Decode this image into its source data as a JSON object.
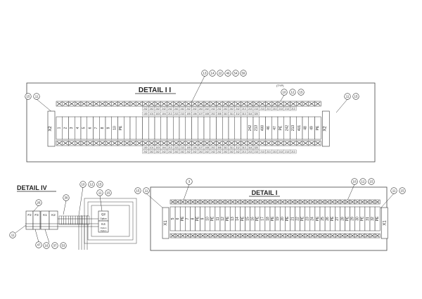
{
  "detail_ii": {
    "title": "DETAIL I I",
    "top_callouts": [
      "13",
      "14",
      "22",
      "46",
      "54",
      "59"
    ],
    "left_callouts": [
      "15",
      "11"
    ],
    "right_callouts": [
      "11",
      "15"
    ],
    "typ_label": "(TYP)",
    "typ_callouts": [
      "10",
      "12",
      "15"
    ],
    "end_left": "X2",
    "end_right": "X2",
    "strip_labels": [
      "1",
      "2",
      "3",
      "4",
      "5",
      "6",
      "7",
      "8",
      "9",
      "10",
      "PE",
      "",
      "",
      "",
      "",
      "",
      "",
      "",
      "",
      "",
      "",
      "",
      "",
      "",
      "",
      "",
      "",
      "",
      "",
      "",
      "",
      "242",
      "213",
      "400",
      "46",
      "47",
      "PE",
      "242",
      "213",
      "401",
      "48",
      "49",
      "PE"
    ],
    "wire_row_upper": [
      "242",
      "242",
      "242",
      "242",
      "242",
      "242",
      "242",
      "242",
      "242",
      "242",
      "242",
      "242",
      "242",
      "242",
      "242",
      "242",
      "213",
      "213",
      "213",
      "213",
      "213",
      "213",
      "213",
      "213",
      "213"
    ],
    "wire_row_middle": [
      "100",
      "101",
      "103",
      "104",
      "213",
      "213",
      "213",
      "105",
      "106",
      "107",
      "108",
      "202",
      "308",
      "310",
      "311",
      "312",
      "313",
      "314",
      "320"
    ],
    "wire_row_lower": [
      "100",
      "101",
      "103",
      "104",
      "213",
      "213",
      "213",
      "105",
      "106",
      "107",
      "108",
      "202",
      "308",
      "310",
      "311",
      "312",
      "313",
      "314",
      "320"
    ],
    "wire_row_bottom": [
      "242",
      "242",
      "242",
      "242",
      "242",
      "242",
      "242",
      "242",
      "242",
      "242",
      "242",
      "242",
      "242",
      "242",
      "242",
      "242",
      "213",
      "213",
      "213",
      "213",
      "213",
      "213",
      "213",
      "213",
      "213"
    ]
  },
  "detail_iv": {
    "title": "DETAIL IV",
    "callouts": [
      "26",
      "30",
      "10",
      "12",
      "15",
      "11",
      "15",
      "11",
      "47",
      "16",
      "37",
      "53"
    ],
    "component_labels": [
      "F2",
      "F3",
      "K1",
      "K2",
      "Q2",
      "K4"
    ],
    "component_subtext": [
      "Option",
      "Option",
      "Option"
    ]
  },
  "detail_i": {
    "title": "DETAIL I",
    "top_callout": "3",
    "left_callouts": [
      "15",
      "11"
    ],
    "right_callouts": [
      "11",
      "15"
    ],
    "typ_callouts": [
      "10",
      "12",
      "15"
    ],
    "end_left": "X1",
    "end_right": "X1",
    "strip_labels": [
      "5",
      "6",
      "PE",
      "7",
      "8",
      "PE",
      "9",
      "10",
      "PE",
      "11",
      "12",
      "PE",
      "13",
      "14",
      "PE",
      "15",
      "16",
      "PE",
      "17",
      "18",
      "PE",
      "19",
      "20",
      "PE",
      "21",
      "22",
      "PE",
      "23",
      "24",
      "PE",
      "25",
      "26",
      "PE",
      "27",
      "28",
      "PE",
      "29",
      "30",
      "PE",
      "31",
      "32",
      "PE"
    ]
  }
}
